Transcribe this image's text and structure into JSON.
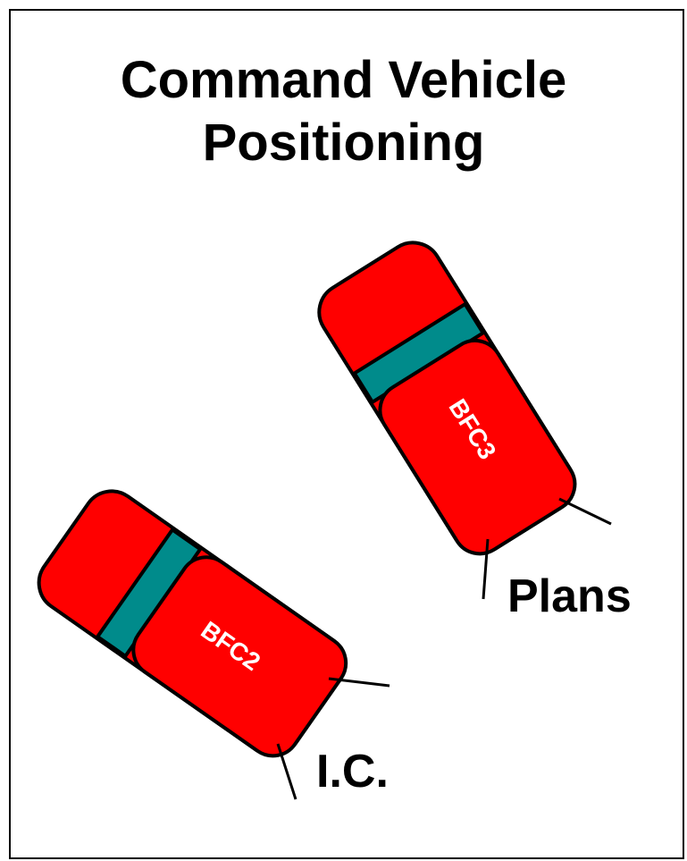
{
  "title": {
    "line1": "Command Vehicle",
    "line2": "Positioning"
  },
  "vehicles": [
    {
      "id": "BFC2",
      "label": "BFC2",
      "position_label": "I.C."
    },
    {
      "id": "BFC3",
      "label": "BFC3",
      "position_label": "Plans"
    }
  ],
  "colors": {
    "vehicle_body": "#ff0000",
    "vehicle_stripe": "#008b8b",
    "outline": "#000000",
    "background": "#ffffff"
  }
}
